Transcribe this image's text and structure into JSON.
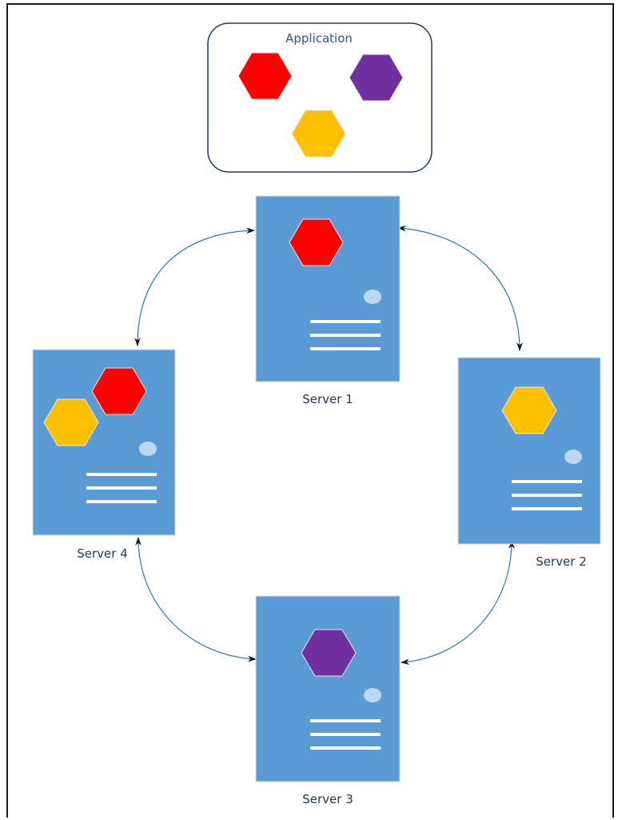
{
  "application": {
    "label": "Application",
    "components": [
      "red-hexagon",
      "purple-hexagon",
      "yellow-hexagon"
    ]
  },
  "servers": [
    {
      "label": "Server 1",
      "components": [
        "red-hexagon"
      ]
    },
    {
      "label": "Server 2",
      "components": [
        "yellow-hexagon"
      ]
    },
    {
      "label": "Server 3",
      "components": [
        "purple-hexagon"
      ]
    },
    {
      "label": "Server 4",
      "components": [
        "yellow-hexagon",
        "red-hexagon"
      ]
    }
  ],
  "colors": {
    "server_fill": "#5b9bd5",
    "red": "#ff0000",
    "purple": "#7030a0",
    "yellow": "#ffc000",
    "connector": "#2e75b6",
    "arrowhead": "#0d1b2a"
  }
}
